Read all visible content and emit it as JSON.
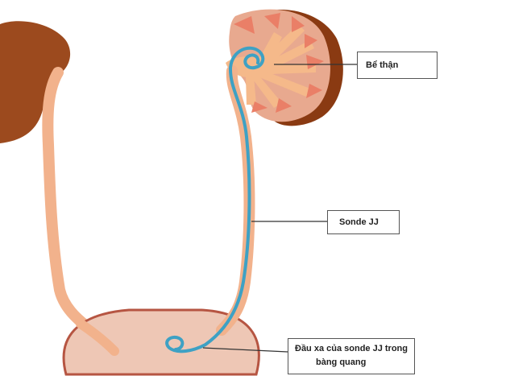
{
  "labels": {
    "renal_pelvis": "Bể thận",
    "sonde": "Sonde JJ",
    "distal_end_line1": "Đầu xa của sonde JJ trong",
    "distal_end_line2": "bàng quang"
  },
  "colors": {
    "kidney_left": "#9c4a1e",
    "kidney_right_body": "#e8a98f",
    "kidney_right_shadow": "#8a3a12",
    "renal_pelvis": "#f5b98a",
    "calyx": "#ea7f67",
    "ureter": "#f2b28c",
    "bladder_fill": "#eec7b5",
    "bladder_outline": "#b65542",
    "stent": "#3ea1c4",
    "leader_line": "#333333"
  }
}
